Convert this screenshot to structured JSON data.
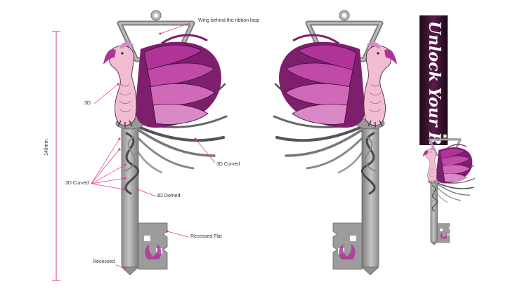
{
  "dimension": {
    "label": "140mm"
  },
  "annotations": {
    "wing_note": "Wing behind the ribbon loop",
    "three_d": "3D",
    "three_d_curved_wing": "3D Curved",
    "three_d_curved_shaft": "3D Curved",
    "three_d_domed": "3D Domed",
    "recessed_flat": "Recessed Flat",
    "recessed": "Recessed"
  },
  "ribbon": {
    "text": "Unlock Your Run"
  },
  "colors": {
    "metal": "#a7a7a7",
    "metal_dark": "#6f6f6f",
    "wing_magenta": "#b0339a",
    "wing_light": "#d889c6",
    "phoenix_body": "#f2bcd3",
    "leader_pink": "#e0358f",
    "ribbon_black": "#2a0d24"
  }
}
